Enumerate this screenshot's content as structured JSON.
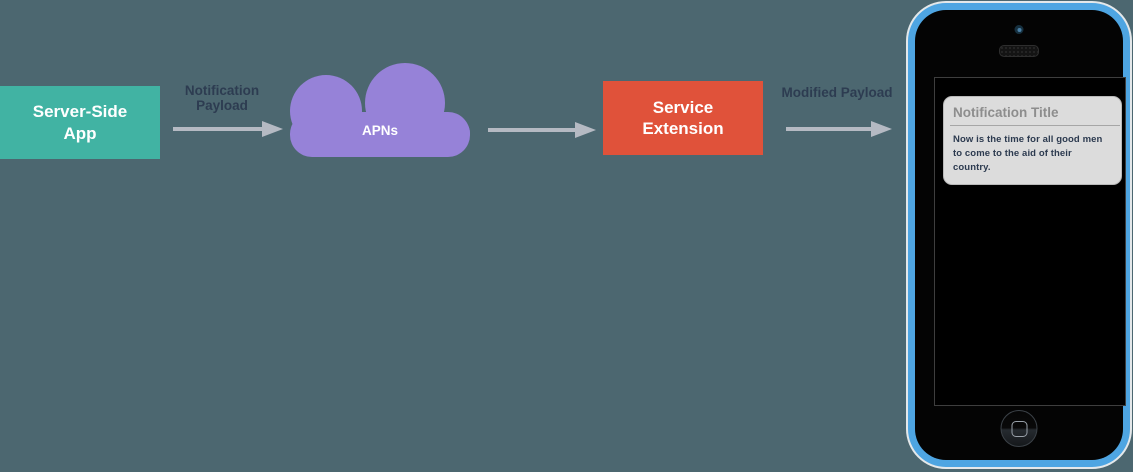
{
  "diagram": {
    "server_app": {
      "label": "Server-Side App"
    },
    "notification_payload_label": "Notification Payload",
    "apns": {
      "label": "APNs"
    },
    "service_extension": {
      "label": "Service Extension"
    },
    "modified_payload_label": "Modified Payload"
  },
  "phone": {
    "notification_title": "Notification Title",
    "notification_body": "Now is the time for all good men to come to the aid of their country."
  },
  "colors": {
    "background": "#4C6770",
    "server_app_box": "#41B3A3",
    "apns_cloud": "#9682D8",
    "service_extension_box": "#E0523A",
    "arrow": "#B5BAC3",
    "flow_label_text": "#2D3C51",
    "phone_body_blue": "#4EA5E2",
    "notification_card": "#DCDCDC",
    "notification_title_text": "#8D8D8D",
    "notification_body_text": "#2C3A4F"
  }
}
